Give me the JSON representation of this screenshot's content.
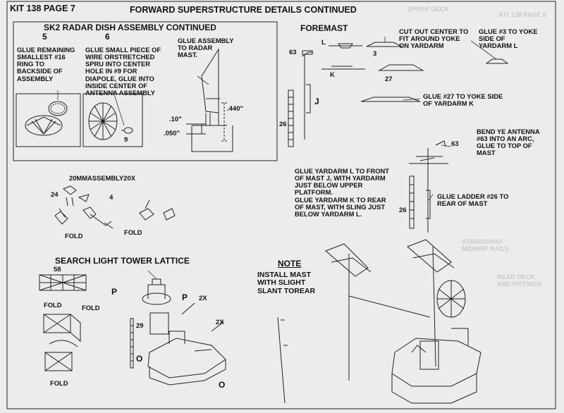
{
  "header": {
    "kit": "KIT 138 PAGE 7",
    "title": "FORWARD SUPERSTRUCTURE DETAILS CONTINUED"
  },
  "radar_section": {
    "title": "SK2 RADAR DISH ASSEMBLY CONTINUED",
    "step_5": "5",
    "step_6": "6",
    "note_5": "GLUE REMAINING\nSMALLEST #16\nRING TO\nBACKSIDE OF\nASSEMBLY",
    "note_6": "GLUE SMALL PIECE OF\nWIRE ORSTRETCHED\nSPRU INTO CENTER\nHOLE IN #9 FOR\nDIAPOLE, GLUE INTO\nINSIDE CENTER OF\nANTENNA ASSEMBLY",
    "note_mast": "GLUE ASSEMBLY\nTO RADAR\nMAST.",
    "part_9": "9",
    "dim_440": ".440\"",
    "dim_10": ".10\"",
    "dim_050": ".050\""
  },
  "foremast": {
    "title": "FOREMAST",
    "note_cutout": "CUT OUT CENTER TO\nFIT AROUND YOKE\nON YARDARM",
    "note_glue3": "GLUE #3 TO YOKE\nSIDE OF\nYARDARM L",
    "note_glue27": "GLUE #27 TO YOKE SIDE\nOF YARDARM K",
    "note_bend": "BEND YE ANTENNA\n#63 INTO AN ARC,\nGLUE TO TOP OF\nMAST",
    "note_yardarm": "GLUE YARDARM  L TO FRONT\nOF MAST J, WITH YARDARM\nJUST BELOW UPPER\nPLATFORM.\nGLUE YARDARM K TO REAR\nOF MAST, WITH SLING  JUST\nBELOW YARDARM L.",
    "note_ladder": "GLUE LADDER #26 TO\nREAR OF MAST",
    "labels": {
      "l": "L",
      "k": "K",
      "j": "J",
      "p63": "63",
      "p26": "26",
      "p3": "3",
      "p27": "27",
      "p63b": "63",
      "p26b": "26"
    }
  },
  "gun_section": {
    "title": "20MMASSEMBLY20X",
    "p24": "24",
    "p4": "4",
    "fold_1": "FOLD",
    "fold_2": "FOLD"
  },
  "searchlight": {
    "title": "SEARCH LIGHT TOWER LATTICE",
    "p58": "58",
    "fold_1": "FOLD",
    "fold_2": "FOLD",
    "fold_3": "FOLD",
    "p29": "29",
    "p_a": "P",
    "p_b": "P",
    "x2_a": "2X",
    "x2_b": "2X",
    "o_a": "O",
    "o_b": "O"
  },
  "install_note": {
    "heading": "NOTE",
    "text": "INSTALL MAST\nWITH SLIGHT\nSLANT TOREAR"
  },
  "bleed": {
    "a": "KIT 138 PAGE 6",
    "b": "UPPER DECK",
    "c": "STARBOARD\nMIDSHIP RAILS",
    "d": "REAR DECK\nAND FITTINGS"
  }
}
